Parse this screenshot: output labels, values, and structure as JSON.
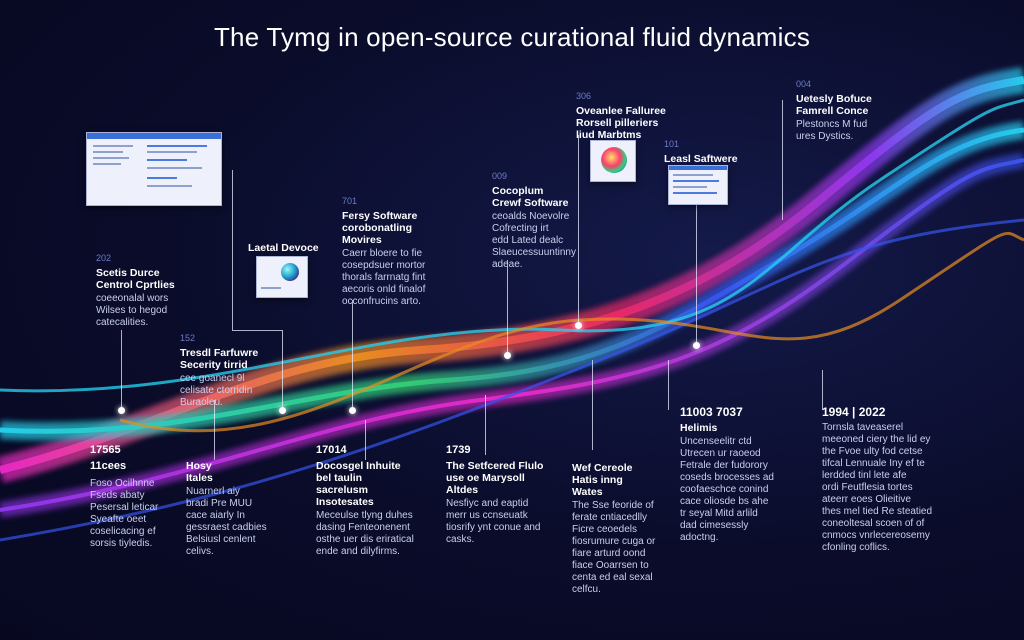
{
  "title": "The Tymg in open-source curational fluid dynamics",
  "colors": {
    "background": "#0a0c2a",
    "wave_magenta": "#ff2bd6",
    "wave_orange": "#ff9a1f",
    "wave_cyan": "#29e0ff",
    "wave_blue": "#3b5bff",
    "wave_purple": "#9b3bff",
    "wave_green": "#38e07a"
  },
  "annotations": [
    {
      "id": "a1",
      "year": "202",
      "heading": "Scetis Durce\nCentrol Cprtlies",
      "body": "coeeonalal wors\nWilses to hegod\ncatecalities."
    },
    {
      "id": "a2",
      "year": "",
      "heading": "Laetal Devoce",
      "body": ""
    },
    {
      "id": "a3",
      "year": "701",
      "heading": "Fersy Software\ncorobonatling\nMovires",
      "body": "Caerr bloere to fie\ncosepdsuer mortor\nthorals farrnatg fint\naecoris onld finalof\nocconfrucins arto."
    },
    {
      "id": "a4",
      "year": "152",
      "heading": "Tresdl Farfuwre\nSecerity tirrid",
      "body": "cee goanecl 9l\ncelisate ctorridin\nBuraoleu."
    },
    {
      "id": "a5",
      "year": "009",
      "heading": "Cocoplum\nCrewf Software",
      "body": "ceoalds Noevolre\nCofrecting irt\nedd Lated dealc\nSlaeucessuuntinny\nadeae."
    },
    {
      "id": "a6",
      "year": "306",
      "heading": "Oveanlee Falluree\nRorsell pilleriers\nliud Marbtms",
      "body": ""
    },
    {
      "id": "a7",
      "year": "101",
      "heading": "Leasl Saftwere",
      "body": ""
    },
    {
      "id": "a8",
      "year": "004",
      "heading": "Uetesly Bofuce\nFamrell Conce",
      "body": "Plestoncs M fud\nures Dystics."
    }
  ],
  "bottom_entries": [
    {
      "id": "b1",
      "year": "17565",
      "year2": "11cees",
      "heading": "Hosy\nItales",
      "body": "Foso Ocilhnne\nFseds abaty\nPesersal leticar\nSyeafte oeet\ncoselicacing ef\nsorsis tiyledis."
    },
    {
      "id": "b2",
      "year": "",
      "year2": "",
      "heading": "",
      "body": "Nuarnerl aiy\nbradi Pre MUU\ncace aiarly In\ngessraest cadbies\nBelsiusl cenlent\ncelivs."
    },
    {
      "id": "b3",
      "year": "17014",
      "year2": "",
      "heading": "Docosgel Inhuite\nbel taulin\nsacrelusm Insotesates",
      "body": "Meceulse tlyng duhes\ndasing Fenteonenent\nosthe uer dis eriratical\nende and dilyfirms."
    },
    {
      "id": "b4",
      "year": "1739",
      "year2": "",
      "heading": "The Setfcered Flulo\nuse oe Marysoll\nAltdes",
      "body": "Nesfiyc and eaptid\nmerr us ccnseuatk\ntiosrify ynt conue and\ncasks."
    },
    {
      "id": "b5",
      "year": "",
      "year2": "",
      "heading": "Wef Cereole\nHatis inng\nWates",
      "body": "The Sse feoride of\nferate cntiacedlly\nFicre ceoedels\nfiosrumure cuga or\nfiare arturd oond\nfiace Ooarrsen to\ncenta ed eal sexal\ncelfcu."
    },
    {
      "id": "b6",
      "year": "11003 7037",
      "year2": "",
      "heading": "Helimis",
      "body": "Uncenseelitr ctd\nUtrecen ur raoeod\nFetrale der fudorory\ncoseds brocesses ad\ncoofaeschce conind\ncace oliosde bs ahe\ntr seyal Mitd arlild\ndad cimesessly\nadoctng."
    },
    {
      "id": "b7",
      "year": "1994 | 2022",
      "year2": "",
      "heading": "",
      "body": "Tornsla taveaserel\nmeeoned ciery the lid ey\nthe Fvoe ulty fod cetse\ntifcal Lennuale Iny ef te\nlerdded tinl lete afe\nordi Feutflesia tortes\nateerr eoes Olieitive\nthes mel tied Re steatied\nconeoltesal scoen of of\ncnmocs vnrlecereosemy\ncfonling coflics."
    }
  ]
}
